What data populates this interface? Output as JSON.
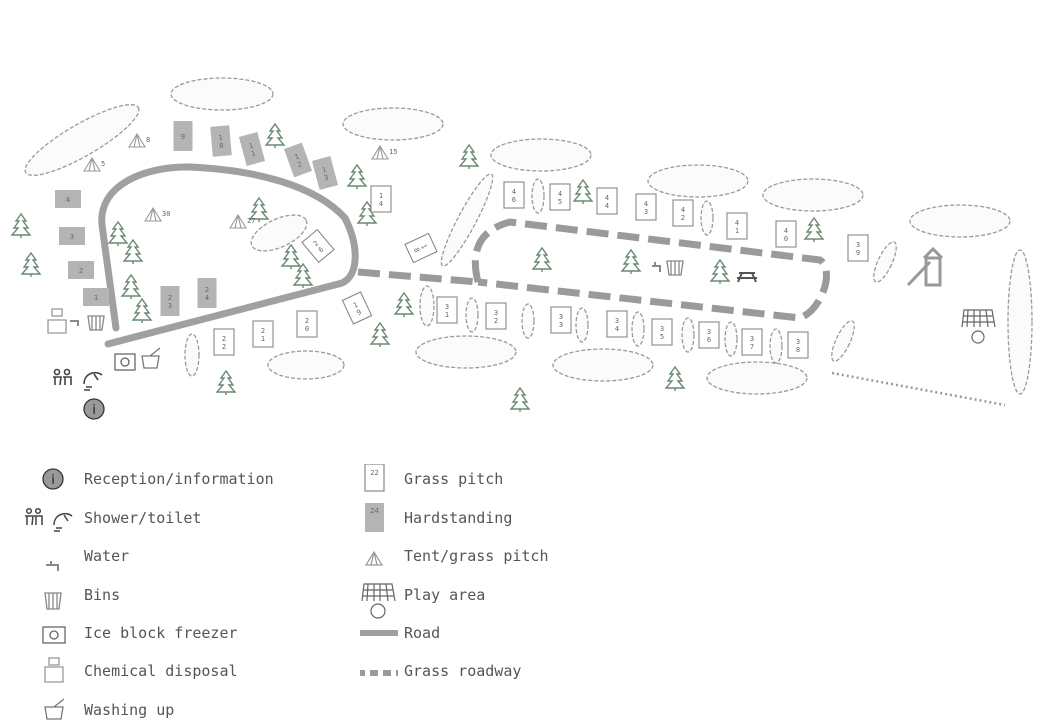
{
  "map": {
    "grass_pitches": [
      "14",
      "18",
      "19",
      "20",
      "21",
      "22",
      "26",
      "31",
      "32",
      "33",
      "34",
      "35",
      "36",
      "37",
      "38",
      "39",
      "40",
      "41",
      "42",
      "43",
      "44",
      "45",
      "46"
    ],
    "hardstanding_pitches": [
      "1",
      "2",
      "3",
      "4",
      "9",
      "10",
      "11",
      "12",
      "13",
      "23",
      "24"
    ],
    "tent_pitches": [
      "5",
      "8",
      "15",
      "27",
      "30"
    ]
  },
  "legend": {
    "reception": "Reception/information",
    "shower": "Shower/toilet",
    "water": "Water",
    "bins": "Bins",
    "freezer": "Ice block freezer",
    "chemical": "Chemical disposal",
    "washing": "Washing up",
    "grass_pitch": "Grass pitch",
    "grass_pitch_sample": "22",
    "hardstanding": "Hardstanding",
    "hardstanding_sample": "24",
    "tent": "Tent/grass pitch",
    "play": "Play area",
    "road": "Road",
    "grass_road": "Grass roadway"
  },
  "colors": {
    "road": "#a0a0a0",
    "hardstanding": "#b4b4b4",
    "outline": "#888888",
    "tree": "#6a8a72",
    "hedge": "#9a9a9a"
  }
}
